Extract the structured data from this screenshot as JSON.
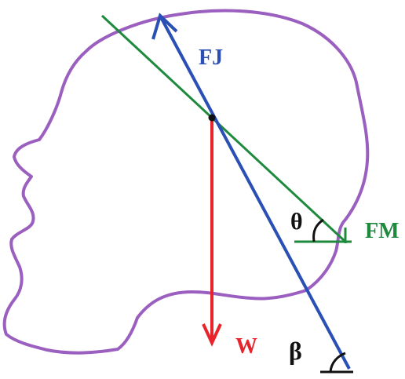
{
  "labels": {
    "fj": "FJ",
    "w": "W",
    "fm": "FM",
    "theta": "θ",
    "beta": "β"
  },
  "colors": {
    "head_outline": "#9b5fc0",
    "fj": "#2a4fb5",
    "w": "#e8242a",
    "fm": "#1e8a3e",
    "text_dark": "#111111"
  }
}
